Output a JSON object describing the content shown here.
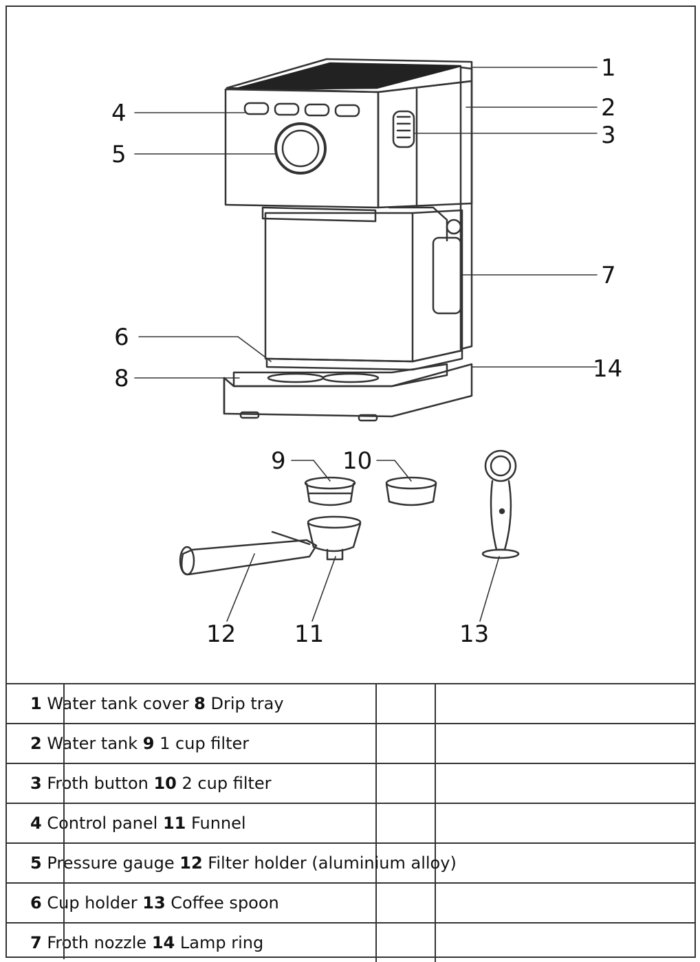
{
  "callouts": [
    "1",
    "2",
    "3",
    "4",
    "5",
    "6",
    "7",
    "8",
    "9",
    "10",
    "11",
    "12",
    "13",
    "14"
  ],
  "parts": [
    {
      "n1": "1",
      "t1": "Water tank cover",
      "n2": "8",
      "t2": "Drip tray"
    },
    {
      "n1": "2",
      "t1": "Water tank",
      "n2": "9",
      "t2": "1 cup filter"
    },
    {
      "n1": "3",
      "t1": "Froth button",
      "n2": "10",
      "t2": "2 cup filter"
    },
    {
      "n1": "4",
      "t1": "Control panel",
      "n2": "11",
      "t2": "Funnel"
    },
    {
      "n1": "5",
      "t1": "Pressure gauge",
      "n2": "12",
      "t2": "Filter holder (aluminium alloy)"
    },
    {
      "n1": "6",
      "t1": "Cup holder",
      "n2": "13",
      "t2": "Coffee spoon"
    },
    {
      "n1": "7",
      "t1": "Froth nozzle",
      "n2": "14",
      "t2": "Lamp ring"
    }
  ]
}
